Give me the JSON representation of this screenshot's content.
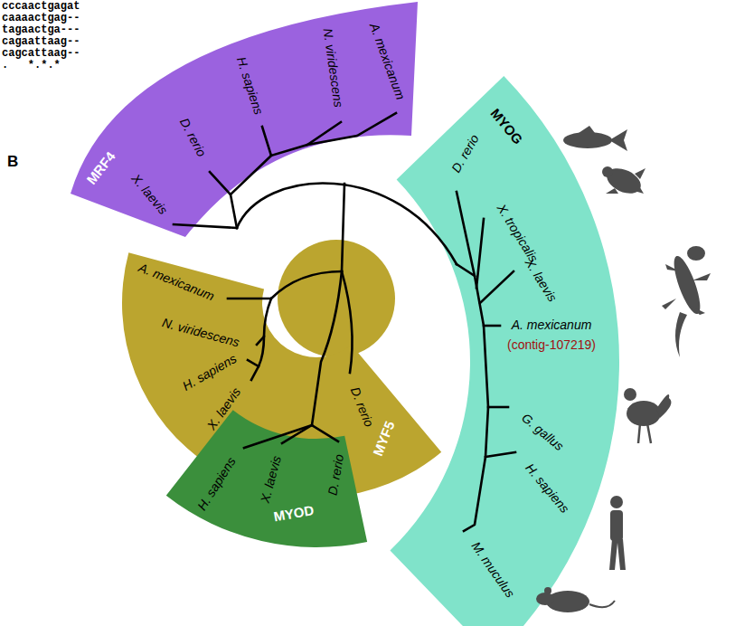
{
  "diagram": {
    "nodes": [
      {
        "text": [
          "MRF4",
          "X. laevis",
          "D. rerio",
          "H. sapiens",
          "N. viridescens",
          "A. mexicanum"
        ]
      },
      {
        "text": [
          "A. mexicanum",
          "N. viridescens",
          "H. sapiens",
          "X. laevis",
          "D. rerio",
          "MYF5"
        ]
      },
      {
        "text": [
          "H. sapiens",
          "X. laevis",
          "D. rerio",
          "MYOD"
        ]
      },
      {
        "text": [
          "MYOG",
          "D. rerio",
          "X. tropicalis",
          "X. laevis",
          "A. mexicanum",
          "(contig-107219)",
          "G. gallus",
          "H. sapiens",
          "M. muculus"
        ]
      }
    ],
    "labels": [
      "cccaactgagat",
      "caaaactgag--",
      "tagaactga---",
      "cagaattaag--",
      "cagcattaag--",
      ".   *.*.*",
      "B"
    ]
  }
}
